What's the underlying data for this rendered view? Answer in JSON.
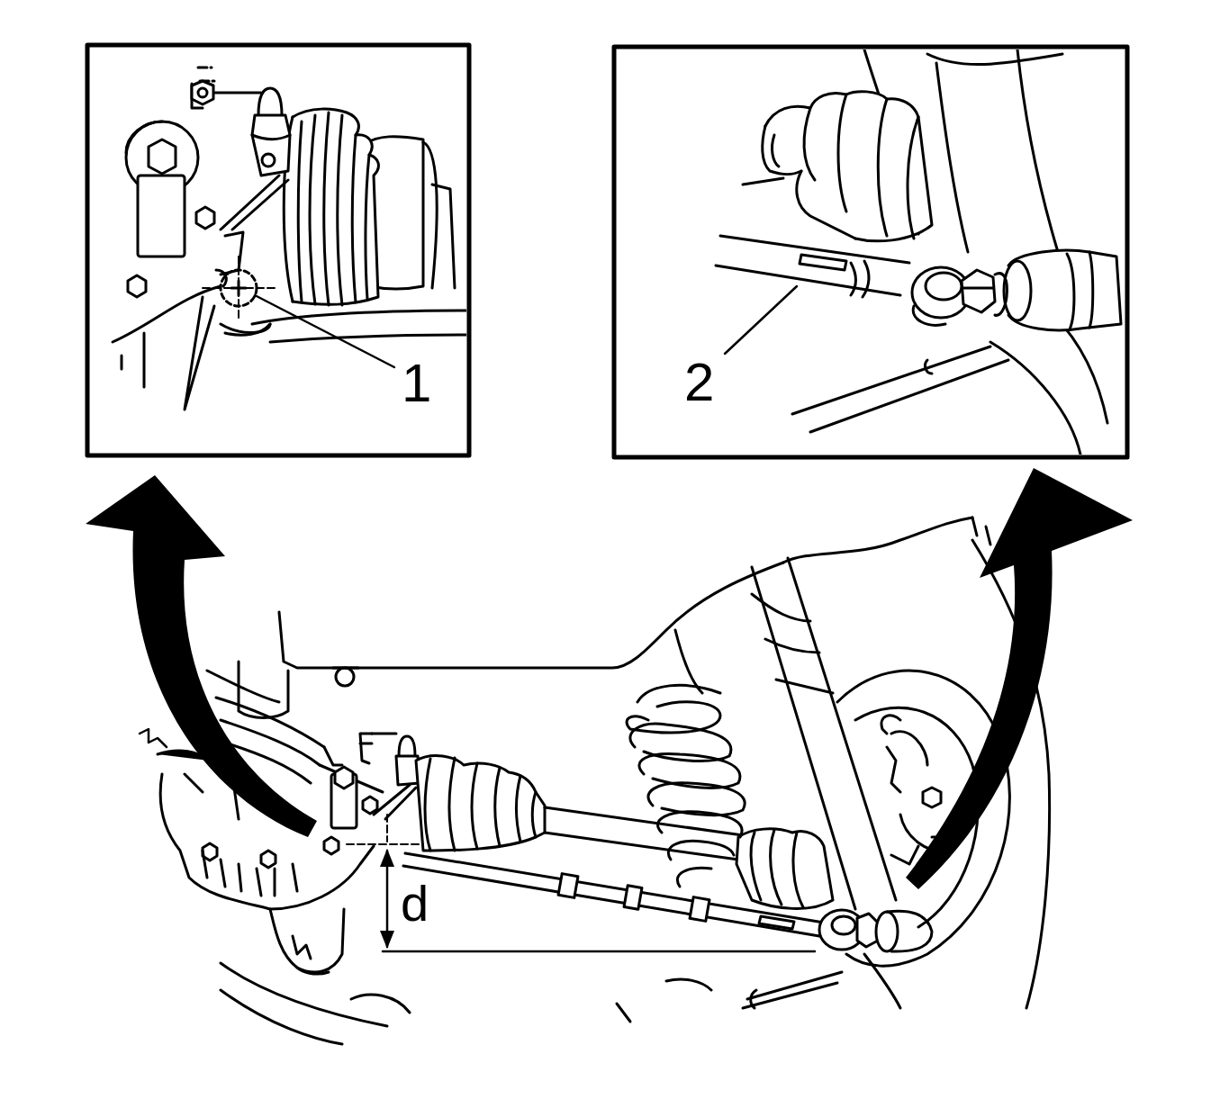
{
  "diagram": {
    "labels": [
      "1",
      "2",
      "d"
    ]
  }
}
